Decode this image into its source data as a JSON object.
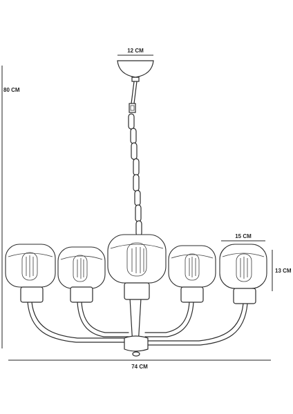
{
  "dimensions": {
    "canopy_width": "12 CM",
    "total_height": "80 CM",
    "shade_width": "15 CM",
    "shade_height": "13 CM",
    "total_width": "74 CM"
  },
  "colors": {
    "ink": "#2a2a2a",
    "background": "#ffffff"
  },
  "shade_count": 5
}
